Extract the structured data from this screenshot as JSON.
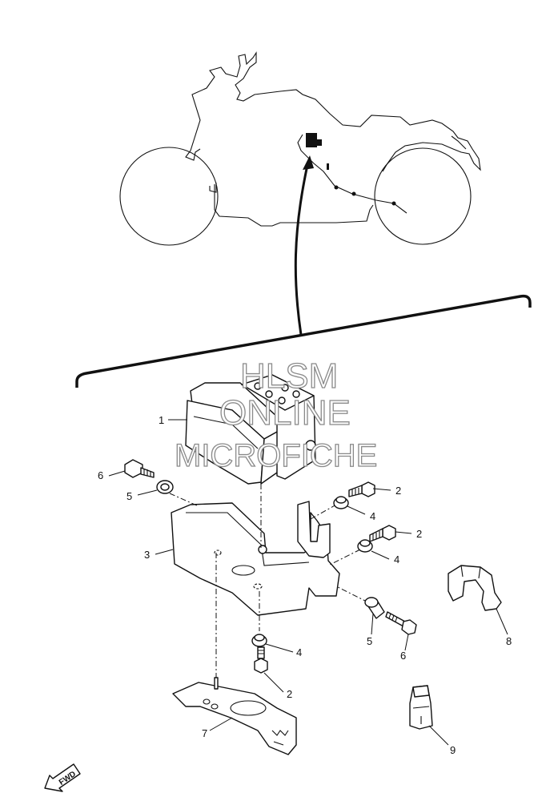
{
  "watermark": {
    "line1": "HLSM",
    "line2": "ONLINE",
    "line3": "MICROFICHE"
  },
  "fwd_label": "FWD",
  "callouts": [
    {
      "id": "c1",
      "text": "1"
    },
    {
      "id": "c2a",
      "text": "2"
    },
    {
      "id": "c2b",
      "text": "2"
    },
    {
      "id": "c2c",
      "text": "2"
    },
    {
      "id": "c3",
      "text": "3"
    },
    {
      "id": "c4a",
      "text": "4"
    },
    {
      "id": "c4b",
      "text": "4"
    },
    {
      "id": "c4c",
      "text": "4"
    },
    {
      "id": "c5a",
      "text": "5"
    },
    {
      "id": "c5b",
      "text": "5"
    },
    {
      "id": "c6a",
      "text": "6"
    },
    {
      "id": "c6b",
      "text": "6"
    },
    {
      "id": "c7",
      "text": "7"
    },
    {
      "id": "c8",
      "text": "8"
    },
    {
      "id": "c9",
      "text": "9"
    }
  ]
}
